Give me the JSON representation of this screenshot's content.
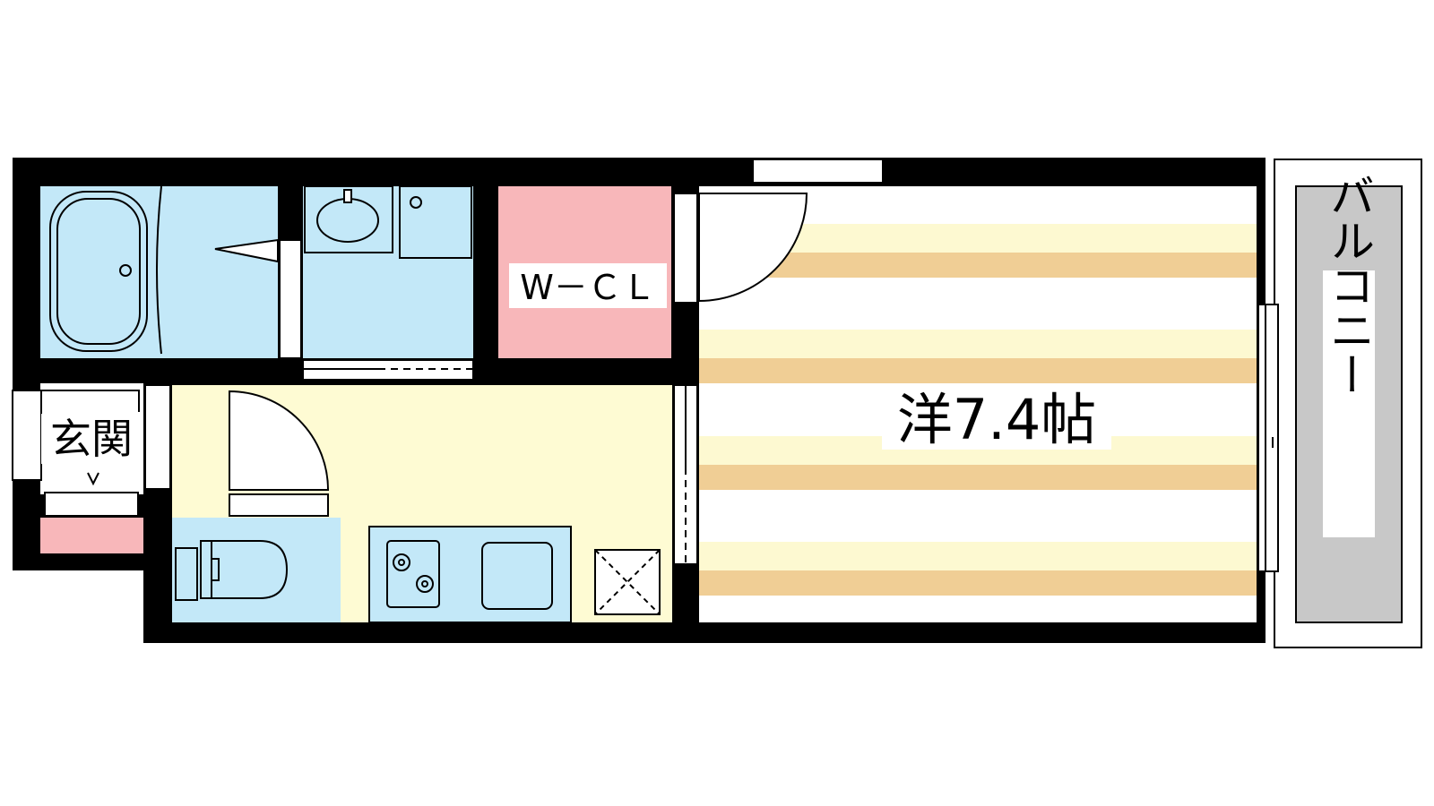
{
  "rooms": {
    "western_room": {
      "label": "洋7.4帖"
    },
    "walk_in_closet": {
      "label": "W－ＣＬ"
    },
    "entrance": {
      "label": "玄関"
    },
    "balcony": {
      "label": "バルコニー"
    }
  },
  "colors": {
    "wall": "#000000",
    "wet_area": "#c3e8f8",
    "closet": "#f8b7ba",
    "kitchen_floor": "#fefbd3",
    "floor_stripe_light": "#fdf9d1",
    "floor_stripe_dark": "#f0ce95",
    "balcony": "#c8c8c8",
    "fixture_line": "#000000"
  }
}
